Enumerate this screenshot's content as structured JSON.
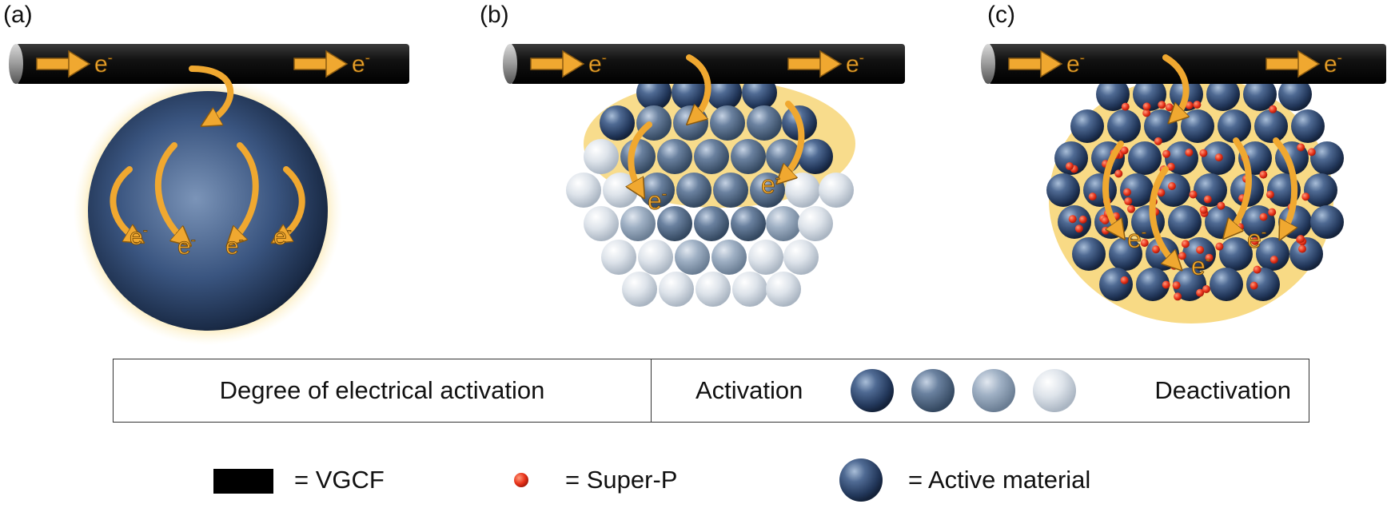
{
  "panels": [
    {
      "label": "(a)"
    },
    {
      "label": "(b)"
    },
    {
      "label": "(c)"
    }
  ],
  "electron_label": "e",
  "electron_sup": "-",
  "activation_bar": {
    "left_text": "Degree of electrical activation",
    "start_text": "Activation",
    "end_text": "Deactivation"
  },
  "key": {
    "vgcf": "= VGCF",
    "superp": "= Super-P",
    "active": "= Active material"
  },
  "colors": {
    "fiber": "#111111",
    "arrow": "#f0a830",
    "glow": "#f5cf6a",
    "active": "#2e4a73",
    "superp": "#e8321a"
  }
}
